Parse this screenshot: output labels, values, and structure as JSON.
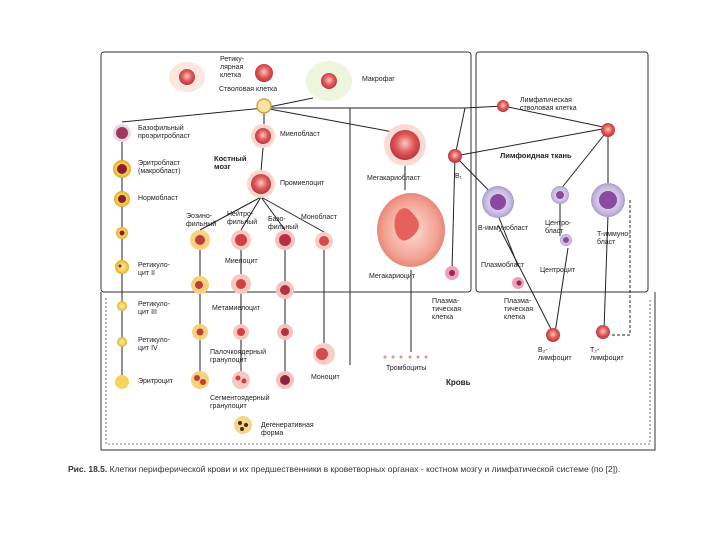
{
  "labels": {
    "reticular_cell": "Ретику-\nлярная\nклетка",
    "stem_cell": "Стволовая клетка",
    "macrophage": "Макрофаг",
    "basophilic_proerythroblast": "Базофильный\nпроэритробласт",
    "erythroblast": "Эритробласт\n(макробласт)",
    "normoblast": "Нормобласт",
    "reticulocyte_2": "Ретикуло-\nцит II",
    "reticulocyte_3": "Ретикуло-\nцит III",
    "reticulocyte_4": "Ретикуло-\nцит IV",
    "erythrocyte": "Эритроцит",
    "myeloblast": "Миелобласт",
    "bone_marrow": "Костный\nмозг",
    "promyelocyte": "Промиелоцит",
    "eosinophilic": "Эозино-\nфильный",
    "neutrophilic": "Нейтро-\nфильный",
    "basophilic": "Базо-\nфильный",
    "monoblast": "Монобласт",
    "myelocyte": "Миелоцит",
    "metamyelocyte": "Метамиелоцит",
    "band_granulocyte": "Палочкоядерный\nгранулоцит",
    "monocyte": "Моноцит",
    "segmented_granulocyte": "Сегментоядерный\nгранулоцит",
    "degenerative_form": "Дегенеративная\nформа",
    "megakaryoblast": "Мегакариобласт",
    "megakaryocyte": "Мегакариоцит",
    "thrombocytes": "Тромбоциты",
    "blood": "Кровь",
    "lymphatic_stem_cell": "Лимфатическая\nстволовая клетка",
    "lymphoid_tissue": "Лимфоидная ткань",
    "b1": "B₁",
    "b_immunoblast": "B-иммунобласт",
    "centroblast": "Центро-\nбласт",
    "t_immunoblast": "T-иммуно-\nбласт",
    "plasmablast": "Плазмобласт",
    "centrocyte": "Центроцит",
    "plasma_cell_1": "Плазма-\nтическая\nклетка",
    "plasma_cell_2": "Плазма-\nтическая\nклетка",
    "b2_lymphocyte": "B₂-\nлимфоцит",
    "t2_lymphocyte": "T₂-\nлимфоцит"
  },
  "caption": {
    "prefix": "Рис. 18.5.",
    "text": " Клетки периферической крови и их предшественники в кроветворных органах - костном мозгу и лимфатической системе (по [2])."
  },
  "colors": {
    "erythroid": "#f0c23a",
    "erythroid_core": "#b3262e",
    "granulocyte": "#e8604f",
    "megakaryocyte": "#f38e82",
    "lymphoid": "#b7a7d4",
    "box_line": "#333333"
  }
}
